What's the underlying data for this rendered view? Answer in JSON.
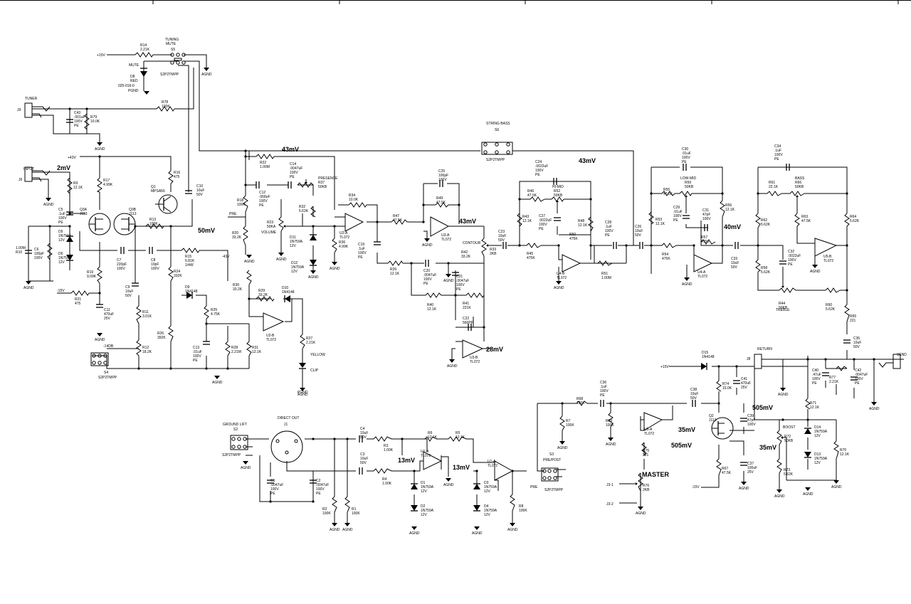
{
  "rails": {
    "v15": "+15V",
    "v43": "+43V",
    "vneg15": "-15V",
    "vneg14": "-14DB",
    "neg43": "-43V"
  },
  "grounds": {
    "agnd": "AGND",
    "pgnd": "PGND"
  },
  "signal_levels": [
    "43mV",
    "2mV",
    "50mV",
    "43mV",
    "43mV",
    "28mV",
    "40mV",
    "505mV",
    "505mV",
    "35mV",
    "35mV",
    "13mV",
    "13mV"
  ],
  "switches": {
    "s5": {
      "ref": "S5",
      "title1": "TUNING",
      "title2": "MUTE",
      "part": "S2P2TMPP"
    },
    "s6": {
      "ref": "S6",
      "title": "STRING BASS",
      "part": "S2P2TMPP"
    },
    "s4": {
      "ref": "S4",
      "part": "S2P2TMPP"
    },
    "s2": {
      "ref": "S2",
      "title": "GROUND LIFT",
      "part": "S2P2TMPP"
    },
    "s3": {
      "ref": "S3",
      "title": "PRE/POST",
      "part": "S2P2TMPP",
      "pre": "PRE"
    }
  },
  "connectors": {
    "j9": {
      "ref": "J9",
      "title": "TUNER"
    },
    "j6": {
      "ref": "J6",
      "title": "INPUT"
    },
    "j8": {
      "ref": "J8",
      "title_return": "RETURN",
      "title_send": "SEND"
    },
    "j1": {
      "ref": "J1",
      "title": "DIRECT OUT"
    },
    "j3a": "J3-1",
    "j3b": "J3-2"
  },
  "led": {
    "ref": "D8",
    "color": "RED",
    "part": "025-016-0",
    "title": "MUTE",
    "yellow": "YELLOW",
    "clip": "CLIP"
  },
  "controls": {
    "presence": "PRESENCE",
    "volume": "VOLUME",
    "contour": "CONTOUR",
    "himid": "HI-MID",
    "lowmid": "LOW-MID",
    "bass": "BASS",
    "treble": "TREBLE",
    "master": "MASTER",
    "boost": "BOOST",
    "pre": "PRE"
  },
  "parts": {
    "r14": [
      "R14",
      "2.21K"
    ],
    "r78": [
      "R78",
      "100K"
    ],
    "r79": [
      "R79",
      "10.0K"
    ],
    "c43": [
      "C43",
      ".001uF",
      "100V",
      "PE"
    ],
    "r22": [
      "R22",
      "1.00M"
    ],
    "r9": [
      "R9",
      "12.1K"
    ],
    "r17": [
      "R17",
      "4.99K"
    ],
    "r16": [
      "R16",
      "475"
    ],
    "q1": [
      "Q1",
      "MPSA56"
    ],
    "c10": [
      "C10",
      "10uF",
      "50V"
    ],
    "r13": [
      "R13",
      "100K"
    ],
    "q3a": [
      "Q3A",
      "J113"
    ],
    "q3b": [
      "Q3B",
      "J113"
    ],
    "c5": [
      "C5",
      ".1uF",
      "100V",
      "PE"
    ],
    "d5": [
      "D5",
      "1N759A",
      "12V"
    ],
    "d6": [
      "D6",
      "1N759A",
      "12V"
    ],
    "r10": [
      "1.00M",
      "R10"
    ],
    "c6": [
      "C6",
      "100pF",
      "100V"
    ],
    "c7": [
      "C7",
      "220pF",
      "100V"
    ],
    "c8": [
      "C8",
      "10pF",
      "100V"
    ],
    "r15": [
      "R15",
      "6.81K",
      "1/4W"
    ],
    "r19": [
      "R19",
      "9.09K"
    ],
    "r21": [
      "R21",
      "475"
    ],
    "c11": [
      "C11",
      "470uF",
      "25V"
    ],
    "c9": [
      "C9",
      "10uF",
      "50V"
    ],
    "r11": [
      "R11",
      "3.01K"
    ],
    "r12": [
      "R12",
      "18.2K"
    ],
    "r24": [
      "R24",
      "332K"
    ],
    "r26": [
      "R26",
      "392K"
    ],
    "d9": [
      "D9",
      "1N4148"
    ],
    "r25": [
      "R25",
      "4.75K"
    ],
    "c13": [
      "C13",
      ".01uF",
      "100V",
      "PE"
    ],
    "r28": [
      "R28",
      "2.21M"
    ],
    "r31": [
      "R31",
      "12.1K"
    ],
    "r30": [
      "R30",
      "33.2K"
    ],
    "r29": [
      "R29",
      "33.2K"
    ],
    "d10": [
      "D10",
      "1N4148"
    ],
    "r27": [
      "R27",
      "2.21K"
    ],
    "u2b": [
      "U2-B",
      "TL072"
    ],
    "r18": [
      "R18",
      "100K"
    ],
    "r20": [
      "R20",
      "33.2K"
    ],
    "c12": [
      "C12",
      ".068uF",
      "100V",
      "PE"
    ],
    "c14": [
      "C14",
      ".0047uF",
      "100V",
      "PE"
    ],
    "r37": [
      "R37",
      "50KB"
    ],
    "r23": [
      "R23",
      "50KA"
    ],
    "r32": [
      "R32",
      "5.62K"
    ],
    "d11": [
      "D11",
      "1N759A",
      "12V"
    ],
    "d12": [
      "D12",
      "1N759A",
      "12V"
    ],
    "r34": [
      "R34",
      "10.0K"
    ],
    "u2a": [
      "U2-A",
      "TL072"
    ],
    "r36": [
      "R36",
      "4.99K"
    ],
    "c19": [
      "C19",
      ".1uF",
      "100V",
      "PE"
    ],
    "r39": [
      "R39",
      "12.1K"
    ],
    "r47": [
      "R47",
      "47.5K"
    ],
    "c25": [
      "C25",
      "100pF",
      "100V"
    ],
    "r49": [
      "R49",
      "47.5K"
    ],
    "u3a": [
      "U3-A",
      "TL072"
    ],
    "c20": [
      "C20",
      ".0047uF",
      "100V",
      "PE"
    ],
    "r40": [
      "R40",
      "12.1K"
    ],
    "c21": [
      "C21",
      ".0047uF",
      "100V",
      "PE"
    ],
    "r42": [
      "R42",
      "33.2K"
    ],
    "r41": [
      "R41",
      "221K"
    ],
    "c22": [
      "C22",
      "560PF"
    ],
    "u3b": [
      "U3-B",
      "TL072"
    ],
    "r33": [
      "R33",
      "2KB"
    ],
    "c23": [
      "C23",
      "10uF",
      "50V"
    ],
    "c24": [
      "C24",
      ".0022uF",
      "100V",
      "PE"
    ],
    "r46": [
      "R46",
      "47.5K"
    ],
    "r52": [
      "R52",
      "50KB"
    ],
    "r43": [
      "R43",
      "12.1K"
    ],
    "c27": [
      "C27",
      ".0022uF",
      "100V",
      "PE"
    ],
    "r48": [
      "R48",
      "12.1K"
    ],
    "r45": [
      "R45",
      "475K"
    ],
    "r50": [
      "R50",
      "475K"
    ],
    "u4b": [
      "U4-B",
      "TL072"
    ],
    "c28": [
      "C28",
      ".1uF",
      "100V",
      "PE"
    ],
    "r51": [
      "R51",
      "1.00M"
    ],
    "c26": [
      "C26",
      "10uF",
      "50V"
    ],
    "c30": [
      "C30",
      ".01uF",
      "100V",
      "PE"
    ],
    "r55": [
      "R55",
      "47.5K"
    ],
    "r59": [
      "R59",
      "50KB"
    ],
    "r53": [
      "R53",
      "12.1K"
    ],
    "c29": [
      "C29",
      ".01uF",
      "100V",
      "PE"
    ],
    "c31": [
      "C31",
      "47pF",
      "100V"
    ],
    "r56": [
      "R56",
      "12.1K"
    ],
    "r54": [
      "R54",
      "475K"
    ],
    "r57": [
      "R57",
      "475K"
    ],
    "u4a": [
      "U4-A",
      "TL072"
    ],
    "c33": [
      "C33",
      "10uF",
      "50V"
    ],
    "c34": [
      "C34",
      ".1uF",
      "100V",
      "PE"
    ],
    "r61": [
      "R61",
      "22.1K"
    ],
    "r66": [
      "R66",
      "50KB"
    ],
    "r62": [
      "R62",
      "5.62K"
    ],
    "r63": [
      "R63",
      "47.5K"
    ],
    "r64": [
      "R64",
      "5.62K"
    ],
    "c32": [
      "C32",
      ".0022uF",
      "100V",
      "PE"
    ],
    "u5b": [
      "U5-B",
      "TL072"
    ],
    "r58": [
      "R58",
      "5.62K"
    ],
    "r44": [
      "R44",
      "50KB"
    ],
    "r60": [
      "R60",
      "5.62K"
    ],
    "r65": [
      "R65",
      "221"
    ],
    "c35": [
      "C35",
      "10uF",
      "50V"
    ],
    "c40": [
      "C40",
      ".47uF",
      "100V",
      "PE"
    ],
    "r77": [
      "R77",
      "2.21K"
    ],
    "c42": [
      "C42",
      ".0047uF",
      "100V",
      "PE"
    ],
    "d15": [
      "D15",
      "1N4148"
    ],
    "r74": [
      "R74",
      "15.0K"
    ],
    "c41": [
      "C41",
      "470uF",
      "25V"
    ],
    "c36": [
      "C36",
      ".1uF",
      "100V",
      "PE"
    ],
    "r68": [
      "R68",
      "100K"
    ],
    "r7": [
      "R7",
      "100K"
    ],
    "r69": [
      "R69",
      "100K"
    ],
    "u5a": [
      "U5-A",
      "TL072"
    ],
    "r75": [
      "R75",
      "221"
    ],
    "r76": [
      "R76",
      "2KB"
    ],
    "c38": [
      "C38",
      "10uF",
      "50V"
    ],
    "q2": [
      "Q2",
      "J113"
    ],
    "c39": [
      "C39",
      "47pF",
      "100V"
    ],
    "r67": [
      "R67",
      "47.5K"
    ],
    "c37": [
      "C37",
      "100uF",
      "25V"
    ],
    "r71": [
      "R71",
      "12.1K"
    ],
    "r72": [
      "R72",
      "50KB"
    ],
    "r73": [
      "R73",
      "5.62K"
    ],
    "d14": [
      "D14",
      "1N759A",
      "12V"
    ],
    "d13": [
      "D13",
      "1N759A",
      "12V"
    ],
    "r70": [
      "R70",
      "12.1K"
    ],
    "c4": [
      "C4",
      "10uF",
      "50V"
    ],
    "c3": [
      "C3",
      "10uF",
      "50V"
    ],
    "r3": [
      "R3",
      "1.00K"
    ],
    "r4": [
      "R4",
      "1.00K"
    ],
    "r6": [
      "R6",
      "12.1K"
    ],
    "r5": [
      "R5",
      "12.1K"
    ],
    "u1b": [
      "U1-B",
      "TL072"
    ],
    "u1a": [
      "U1-A",
      "TL072"
    ],
    "d1": [
      "D1",
      "1N759A",
      "12V"
    ],
    "d2": [
      "D2",
      "1N759A",
      "12V"
    ],
    "d3": [
      "D3",
      "1N759A",
      "12V"
    ],
    "d4": [
      "D4",
      "1N759A",
      "12V"
    ],
    "r8": [
      "R8",
      "100K"
    ],
    "c1": [
      "C1",
      ".0047uF",
      "100V",
      "PE"
    ],
    "c2": [
      "C2",
      ".0047uF",
      "100V",
      "PE"
    ],
    "r2": [
      "R2",
      "100K"
    ],
    "r1": [
      "R1",
      "100K"
    ]
  }
}
